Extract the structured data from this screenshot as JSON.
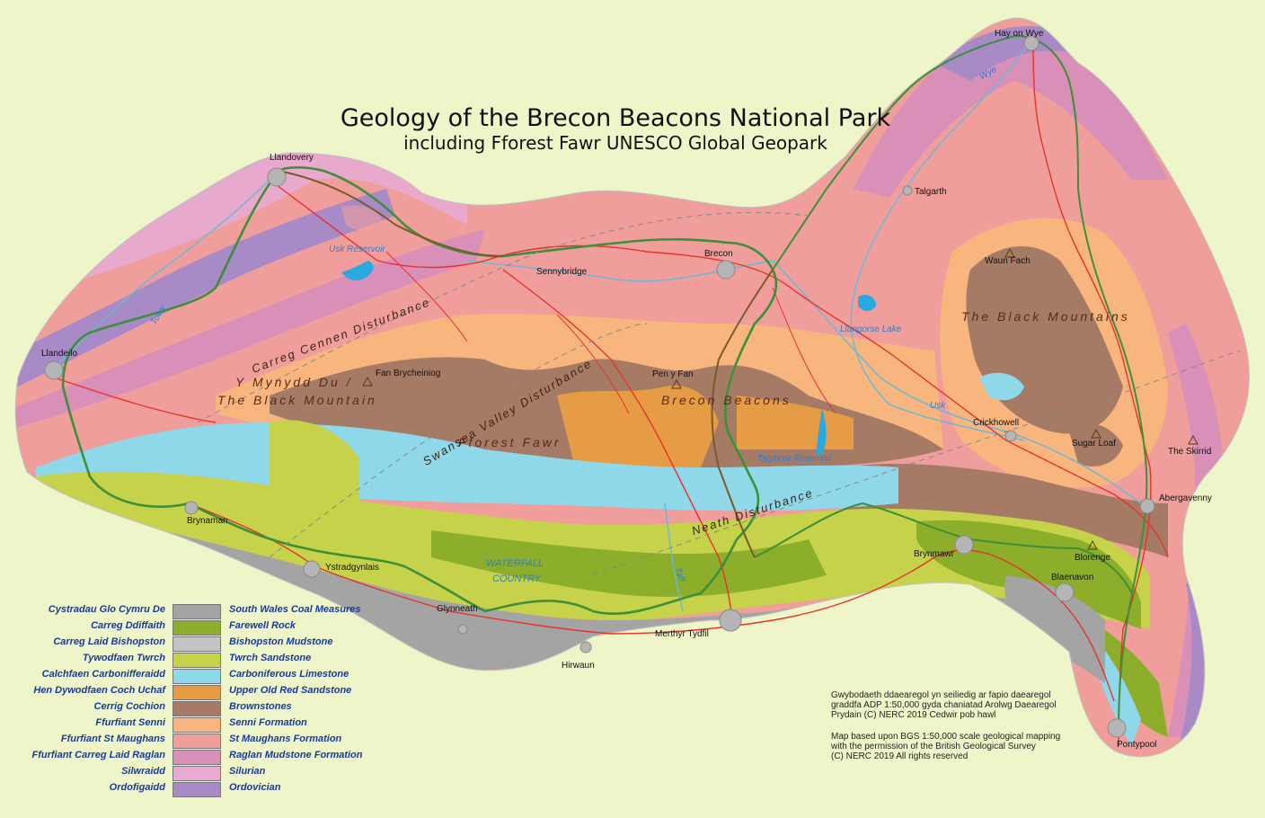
{
  "title": "Geology of the Brecon Beacons National Park",
  "subtitle": "including Fforest Fawr UNESCO Global Geopark",
  "towns": [
    "Hay on Wye",
    "Llandovery",
    "Talgarth",
    "Brecon",
    "Sennybridge",
    "Llandeilo",
    "Waun Fach",
    "Fan Brycheiniog",
    "Pen y Fan",
    "Crickhowell",
    "Sugar Loaf",
    "The Skirrid",
    "Abergavenny",
    "Brynaman",
    "Ystradgynlais",
    "Brynmawr",
    "Blorenge",
    "Blaenavon",
    "Glynneath",
    "Merthyr Tydfil",
    "Hirwaun",
    "Pontypool"
  ],
  "water": [
    "Usk Reservoir",
    "Llangorse Lake",
    "Usk",
    "Talybont Reservoir",
    "Wye",
    "Towy",
    "Taff",
    "WATERFALL",
    "COUNTRY"
  ],
  "regions": [
    "The Black Mountains",
    "Y Mynydd Du /",
    "The Black Mountain",
    "Brecon Beacons",
    "Fforest Fawr"
  ],
  "faults": [
    "Carreg Cennen Disturbance",
    "Swansea Valley Disturbance",
    "Neath Disturbance"
  ],
  "legend": [
    {
      "welsh": "Cystradau Glo Cymru De",
      "english": "South Wales Coal Measures",
      "color": "#a4a4a4"
    },
    {
      "welsh": "Carreg Ddiffaith",
      "english": "Farewell Rock",
      "color": "#8dae2b"
    },
    {
      "welsh": "Carreg Laid Bishopston",
      "english": "Bishopston Mudstone",
      "color": "#c4c4c4"
    },
    {
      "welsh": "Tywodfaen Twrch",
      "english": "Twrch Sandstone",
      "color": "#c5d24a"
    },
    {
      "welsh": "Calchfaen Carbonifferaidd",
      "english": "Carboniferous Limestone",
      "color": "#8fd8ea"
    },
    {
      "welsh": "Hen Dywodfaen Coch Uchaf",
      "english": "Upper Old Red Sandstone",
      "color": "#e59c45"
    },
    {
      "welsh": "Cerrig Cochion",
      "english": "Brownstones",
      "color": "#a67b66"
    },
    {
      "welsh": "Ffurfiant Senni",
      "english": "Senni Formation",
      "color": "#f8b67e"
    },
    {
      "welsh": "Ffurfiant St Maughans",
      "english": "St Maughans Formation",
      "color": "#ef9e9b"
    },
    {
      "welsh": "Ffurfiant Carreg Laid Raglan",
      "english": "Raglan Mudstone Formation",
      "color": "#d88fb8"
    },
    {
      "welsh": "Silwraidd",
      "english": "Silurian",
      "color": "#e8aad0"
    },
    {
      "welsh": "Ordofigaidd",
      "english": "Ordovician",
      "color": "#a88ac6"
    }
  ],
  "credit_welsh": [
    "Gwybodaeth ddaearegol yn seiliedig ar fapio daearegol",
    "graddfa ADP 1:50,000 gyda chaniatad Arolwg Daearegol",
    "Prydain (C) NERC 2019 Cedwir pob hawl"
  ],
  "credit_english": [
    "Map based upon BGS 1:50,000 scale geological mapping",
    "with the permission of the British Geological Survey",
    "(C) NERC 2019 All rights reserved"
  ]
}
